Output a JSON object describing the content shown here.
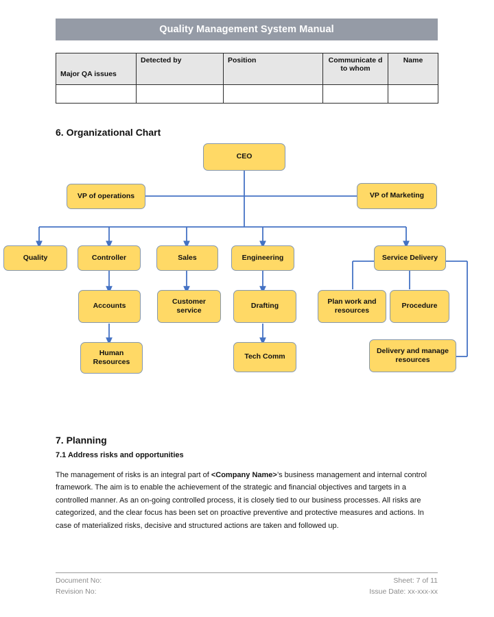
{
  "header": {
    "title": "Quality Management System Manual",
    "background_color": "#959ba6",
    "text_color": "#ffffff"
  },
  "qa_table": {
    "columns": [
      "Major QA issues",
      "Detected by",
      "Position",
      "Communicated to whom",
      "Name"
    ],
    "column_display": [
      "Major QA issues",
      "Detected by",
      "Position",
      "Communicate d to whom",
      "Name"
    ],
    "rows": [
      [
        "",
        "",
        "",
        "",
        ""
      ]
    ],
    "header_background": "#e6e6e6",
    "border_color": "#2b2b2b"
  },
  "sections": {
    "org_chart_heading": "6. Organizational Chart",
    "planning_heading": "7. Planning",
    "planning_subheading": "7.1 Address risks and opportunities"
  },
  "org_chart": {
    "node_fill": "#ffd966",
    "node_border": "#8497b0",
    "connector_color": "#4472c4",
    "nodes": [
      {
        "id": "ceo",
        "label": "CEO"
      },
      {
        "id": "vp-operations",
        "label": "VP of operations"
      },
      {
        "id": "vp-marketing",
        "label": "VP of Marketing"
      },
      {
        "id": "quality",
        "label": "Quality"
      },
      {
        "id": "controller",
        "label": "Controller"
      },
      {
        "id": "sales",
        "label": "Sales"
      },
      {
        "id": "engineering",
        "label": "Engineering"
      },
      {
        "id": "service-delivery",
        "label": "Service Delivery"
      },
      {
        "id": "accounts",
        "label": "Accounts"
      },
      {
        "id": "customer-service",
        "label": "Customer service"
      },
      {
        "id": "drafting",
        "label": "Drafting"
      },
      {
        "id": "plan-work",
        "label": "Plan work and resources"
      },
      {
        "id": "procedure",
        "label": "Procedure"
      },
      {
        "id": "human-resources",
        "label": "Human Resources"
      },
      {
        "id": "tech-comm",
        "label": "Tech Comm"
      },
      {
        "id": "delivery-manage",
        "label": "Delivery and manage resources"
      }
    ]
  },
  "planning_body": {
    "part1": "The management of risks is an integral part of ",
    "company_placeholder": "<Company Name>",
    "part2": "’s business management and internal control framework. The aim is to enable the achievement of the strategic and financial objectives and targets in a controlled manner. As an on-going controlled process, it is closely tied to our business processes. All risks are categorized, and the clear focus has been set on proactive preventive and protective measures and actions. In case of materialized risks, decisive and structured actions are taken and followed up."
  },
  "footer": {
    "document_no": "Document No:",
    "revision_no": "Revision No:",
    "sheet": "Sheet: 7 of 11",
    "issue_date": "Issue Date: xx-xxx-xx",
    "text_color": "#8c8c8c"
  }
}
